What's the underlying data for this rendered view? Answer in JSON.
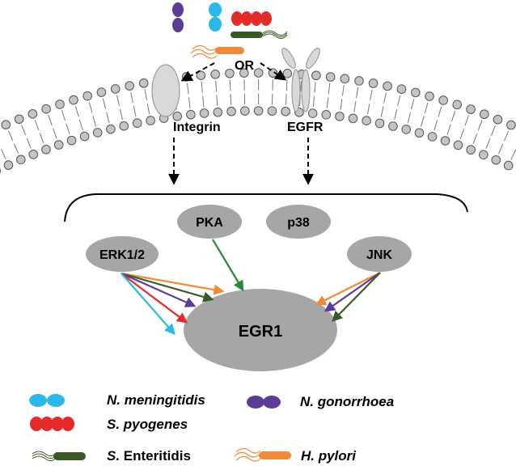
{
  "receptors": {
    "integrin_label": "Integrin",
    "egfr_label": "EGFR",
    "or_label": "OR"
  },
  "kinases": {
    "erk": "ERK1/2",
    "pka": "PKA",
    "p38": "p38",
    "jnk": "JNK"
  },
  "target": "EGR1",
  "legend": [
    {
      "genus": "N.",
      "species": " meningitidis",
      "color": "#29b8e8",
      "icon": "diplococcus-icon"
    },
    {
      "genus": "N.",
      "species": " gonorrhoea",
      "color": "#5b3d96",
      "icon": "diplococcus-icon"
    },
    {
      "genus": "S.",
      "species": " pyogenes",
      "color": "#e52a2a",
      "icon": "streptococcus-chain-icon"
    },
    {
      "genus": "S.",
      "species": " Enteritidis",
      "color": "#3a5a24",
      "icon": "flagellated-rod-icon"
    },
    {
      "genus": "H.",
      "species": " pylori",
      "color": "#ee8a38",
      "icon": "flagellated-rod-icon"
    }
  ],
  "colors": {
    "membrane": "#9a9a9a",
    "node_fill": "#a6a6a6",
    "meningitidis": "#29b8e8",
    "gonorrhoea": "#5b3d96",
    "pyogenes": "#e52a2a",
    "enteritidis": "#3a5a24",
    "pylori": "#ee8a38",
    "pka_arrow": "#2a8a3a"
  }
}
